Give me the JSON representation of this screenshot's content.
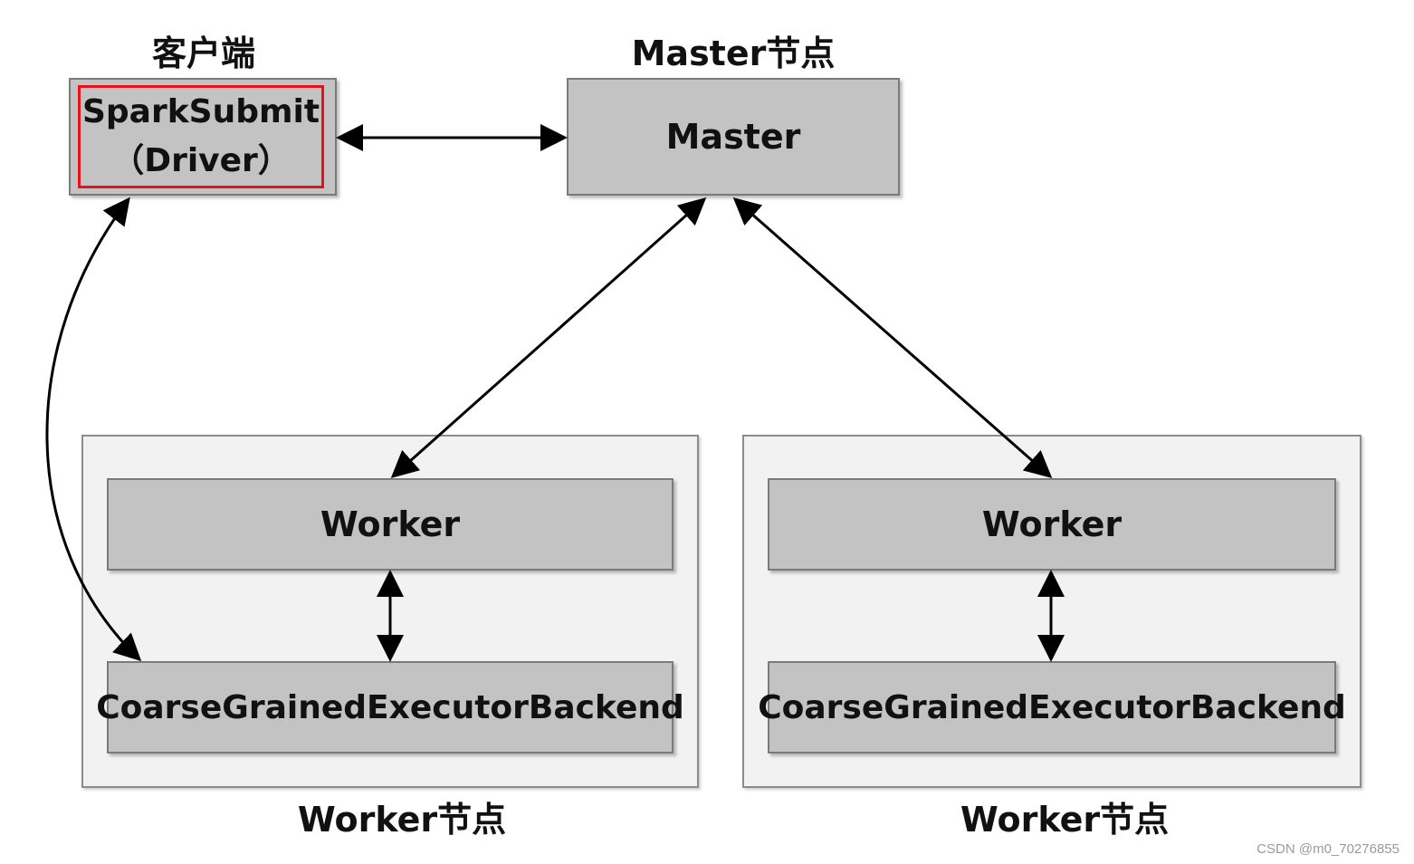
{
  "client": {
    "caption": "客户端",
    "driver_line1": "SparkSubmit",
    "driver_line2": "（Driver）"
  },
  "master": {
    "caption": "Master节点",
    "label": "Master"
  },
  "worker_nodes": [
    {
      "caption": "Worker节点",
      "worker_label": "Worker",
      "executor_label": "CoarseGrainedExecutorBackend"
    },
    {
      "caption": "Worker节点",
      "worker_label": "Worker",
      "executor_label": "CoarseGrainedExecutorBackend"
    }
  ],
  "watermark": "CSDN @m0_70276855",
  "colors": {
    "box_fill": "#c3c3c3",
    "panel_fill": "#f2f2f2",
    "driver_highlight": "#e8121b",
    "arrow": "#000000"
  }
}
